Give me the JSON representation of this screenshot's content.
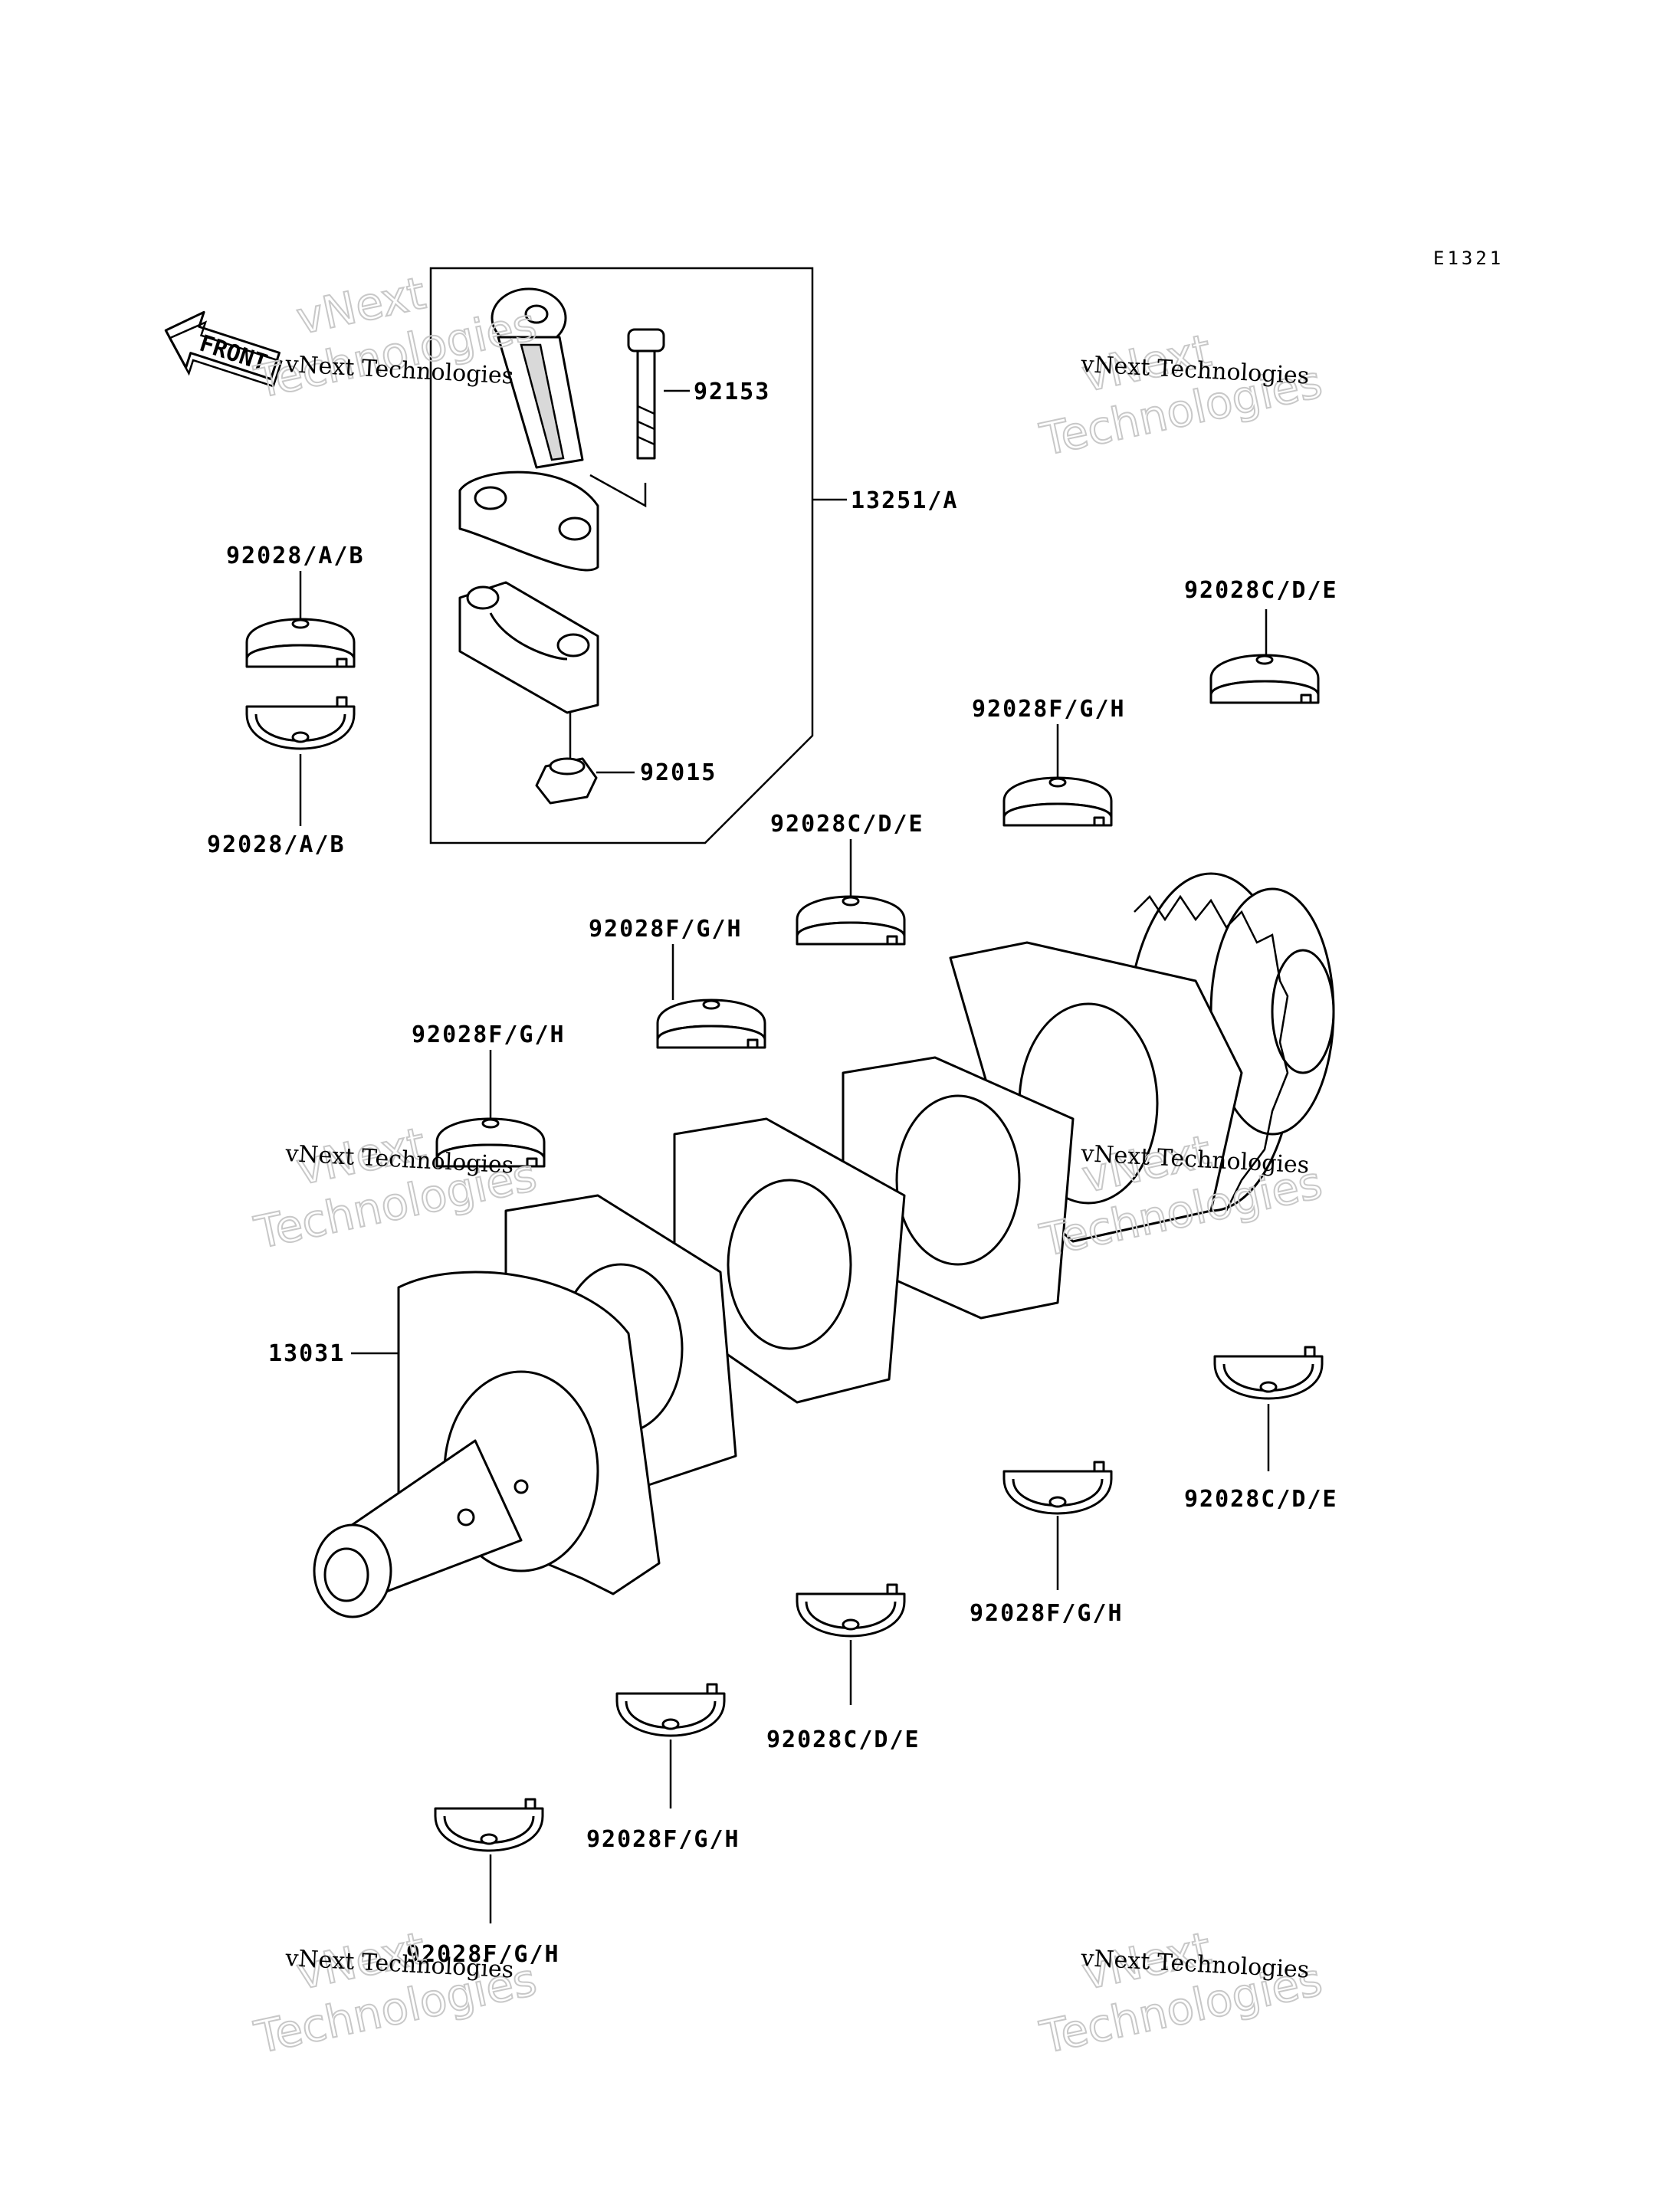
{
  "diagram_code": "E1321",
  "front_marker": "FRONT",
  "watermark": {
    "line_small": "vNext Technologies",
    "line_big_1": "vNext",
    "line_big_2": "Technologies"
  },
  "labels": {
    "conrod_bolt": "92153",
    "conrod_assy": "13251/A",
    "conrod_nut": "92015",
    "crankshaft": "13031",
    "bearing_ab_top": "92028/A/B",
    "bearing_ab_bottom": "92028/A/B",
    "bearing_cde_1": "92028C/D/E",
    "bearing_cde_2": "92028C/D/E",
    "bearing_cde_3": "92028C/D/E",
    "bearing_cde_4": "92028C/D/E",
    "bearing_fgh_1": "92028F/G/H",
    "bearing_fgh_2": "92028F/G/H",
    "bearing_fgh_3": "92028F/G/H",
    "bearing_fgh_4": "92028F/G/H",
    "bearing_fgh_5": "92028F/G/H",
    "bearing_fgh_6": "92028F/G/H"
  }
}
